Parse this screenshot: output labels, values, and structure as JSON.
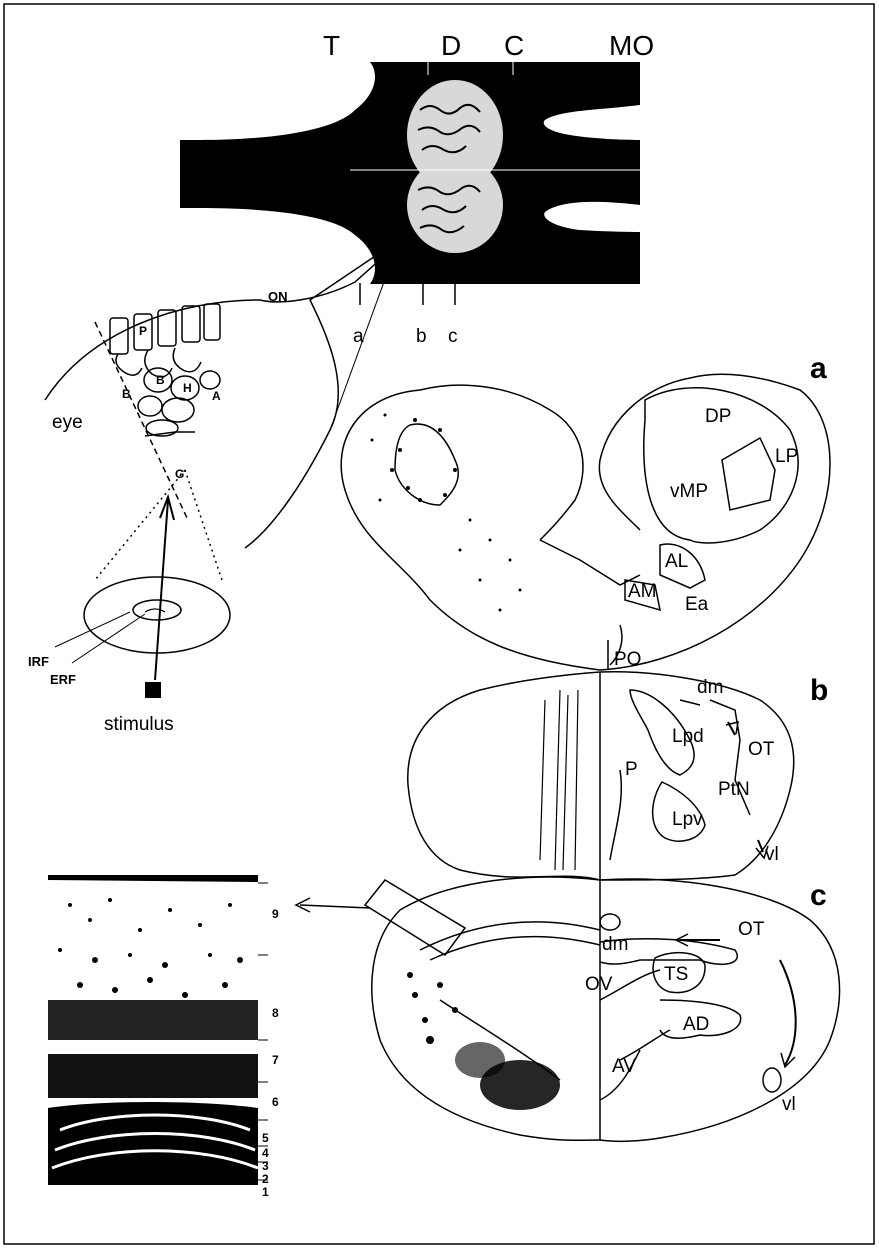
{
  "top_labels": [
    "T",
    "D",
    "C",
    "MO"
  ],
  "cut_labels": [
    "a",
    "b",
    "c"
  ],
  "section_labels": [
    "a",
    "b",
    "c"
  ],
  "eye": {
    "on_label": "ON",
    "eye_label": "eye",
    "cell_labels": [
      "P",
      "B",
      "B",
      "H",
      "A",
      "G"
    ],
    "irf_label": "IRF",
    "erf_label": "ERF",
    "stimulus_label": "stimulus"
  },
  "section_a_labels": [
    "DP",
    "LP",
    "vMP",
    "AL",
    "AM",
    "Ea"
  ],
  "section_b_labels": [
    "PO",
    "dm",
    "Lpd",
    "P",
    "OT",
    "PtN",
    "Lpv",
    "vl"
  ],
  "section_c_labels": [
    "dm",
    "OT",
    "TS",
    "OV",
    "AD",
    "AV",
    "vl"
  ],
  "layer_numbers": [
    "9",
    "8",
    "7",
    "6",
    "5",
    "4",
    "3",
    "2",
    "1"
  ]
}
